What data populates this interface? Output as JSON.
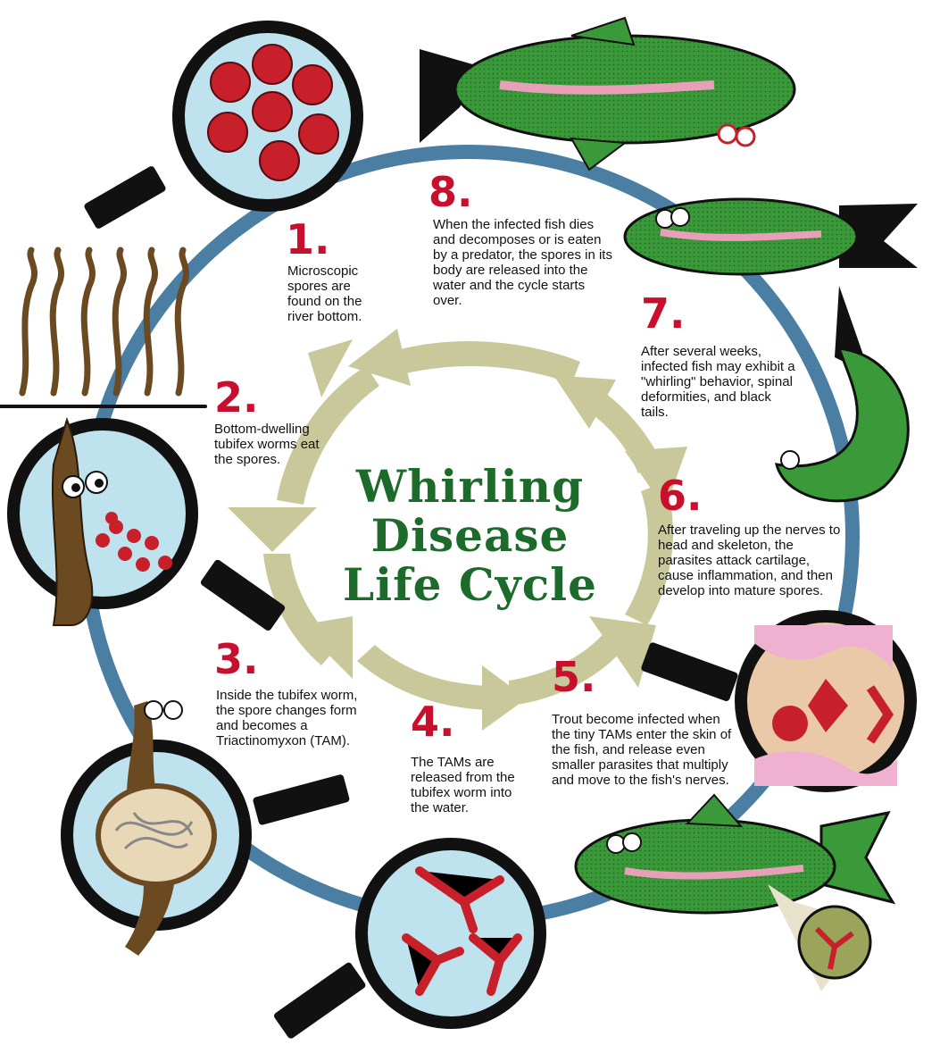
{
  "title": {
    "line1": "Whirling",
    "line2": "Disease",
    "line3": "Life Cycle"
  },
  "colors": {
    "title": "#1d6b2a",
    "number": "#c8102e",
    "ring": "#4a7fa3",
    "arrow": "#c9c89a",
    "fish": "#3a9a3a",
    "spore": "#c8202a",
    "lens_bg": "#bfe3ee",
    "worm": "#6b4a22"
  },
  "steps": [
    {
      "number": "1.",
      "text": "Microscopic spores are found on the river bottom."
    },
    {
      "number": "2.",
      "text": "Bottom-dwelling tubifex worms eat the spores."
    },
    {
      "number": "3.",
      "text": "Inside the tubifex worm, the spore changes form and becomes a Triactinomyxon (TAM)."
    },
    {
      "number": "4.",
      "text": "The TAMs are released from the tubifex worm into the water."
    },
    {
      "number": "5.",
      "text": "Trout become infected when the tiny TAMs enter the skin of the fish, and release even smaller parasites that multiply and move to the fish's nerves."
    },
    {
      "number": "6.",
      "text": "After traveling up the nerves to head and skeleton, the parasites attack cartilage, cause inflammation, and then develop into mature spores."
    },
    {
      "number": "7.",
      "text": "After several weeks, infected fish may exhibit a \"whirling\" behavior, spinal deformities, and black tails."
    },
    {
      "number": "8.",
      "text": "When the infected fish dies and decomposes or is eaten by a predator, the spores in its body are released into the water and the cycle starts over."
    }
  ],
  "icons": {
    "spore_lens": "magnifier-spores-icon",
    "worm_lens": "magnifier-worm-icon",
    "tam_lens": "magnifier-tam-icon",
    "cartilage_lens": "magnifier-cartilage-icon"
  }
}
